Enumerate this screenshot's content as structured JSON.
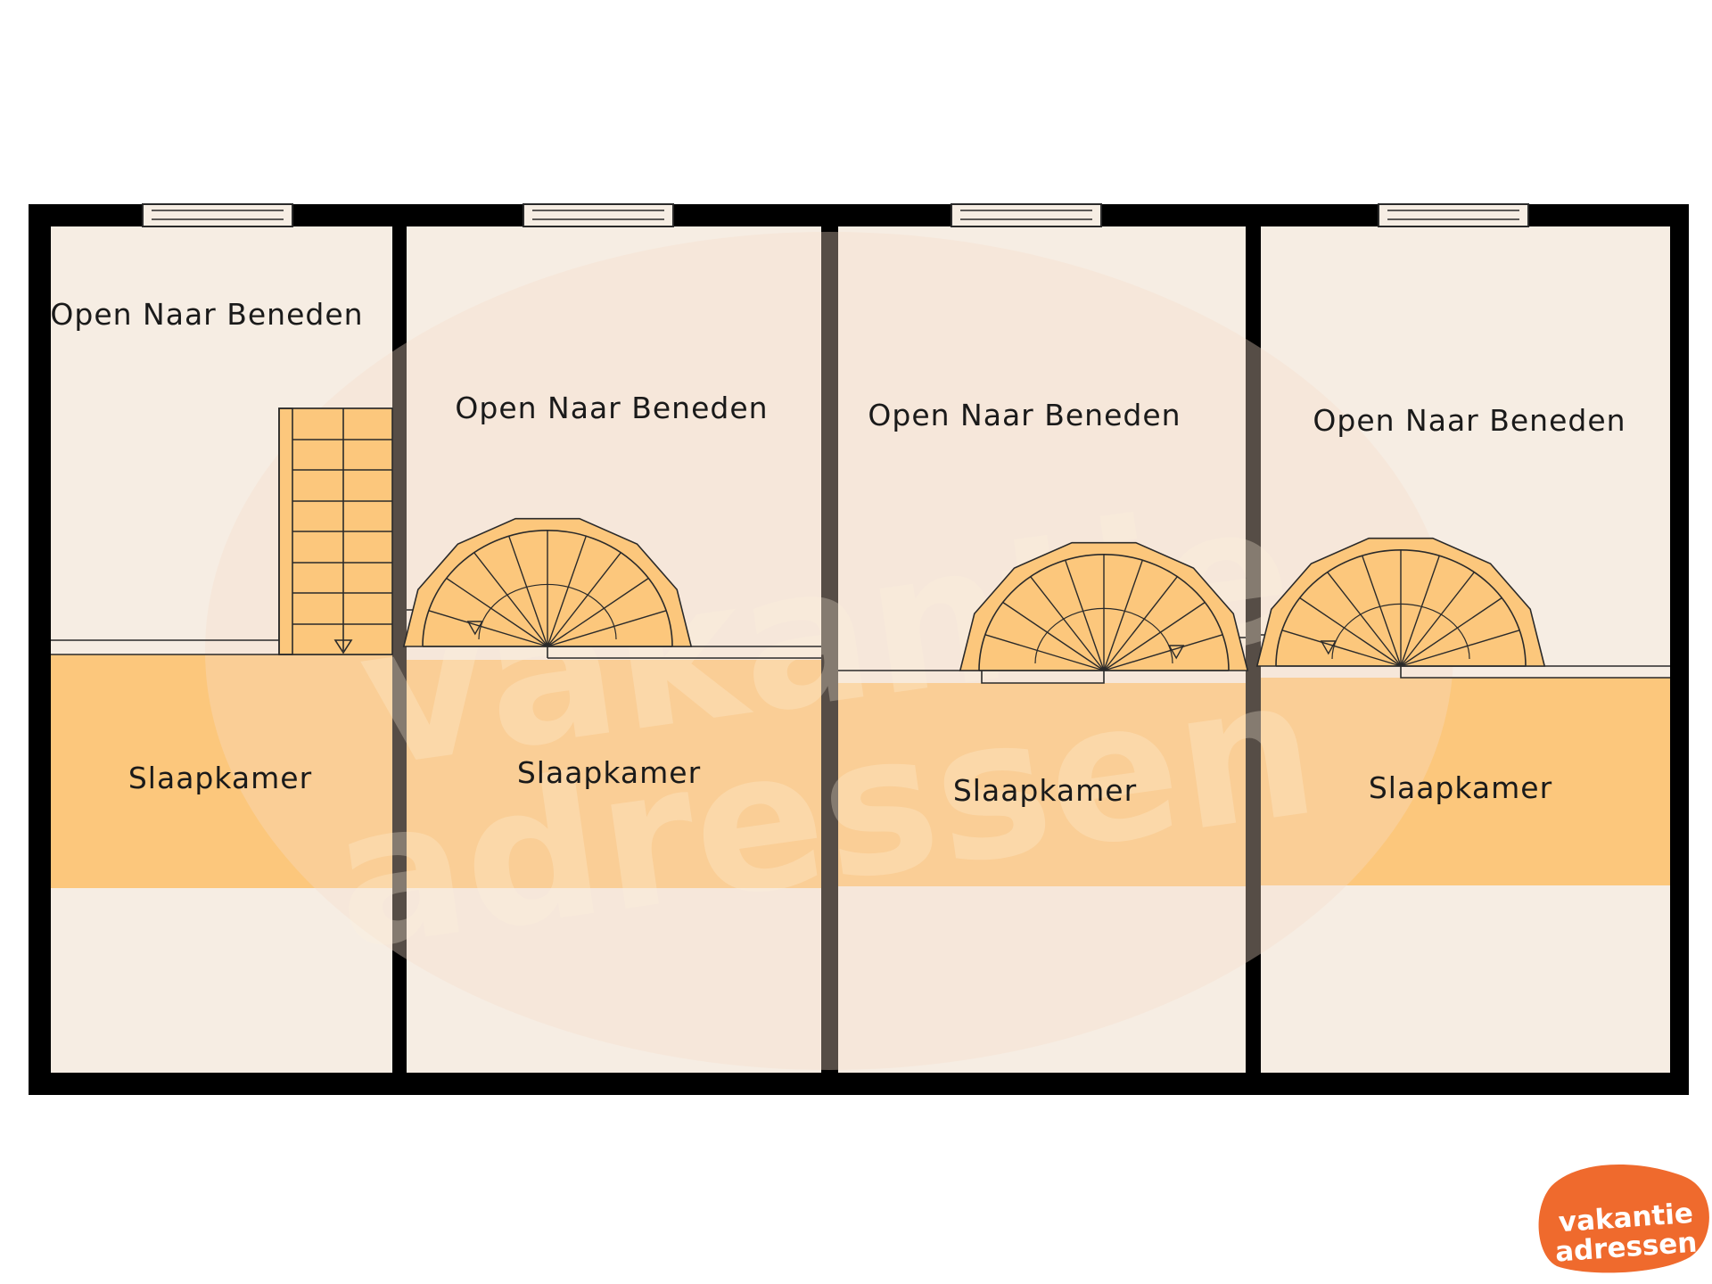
{
  "rooms": [
    {
      "upper_label": "Open Naar Beneden",
      "lower_label": "Slaapkamer",
      "stair": "straight"
    },
    {
      "upper_label": "Open Naar Beneden",
      "lower_label": "Slaapkamer",
      "stair": "spiral"
    },
    {
      "upper_label": "Open Naar Beneden",
      "lower_label": "Slaapkamer",
      "stair": "spiral"
    },
    {
      "upper_label": "Open Naar Beneden",
      "lower_label": "Slaapkamer",
      "stair": "spiral"
    }
  ],
  "logo": {
    "line1": "vakantie",
    "line2": "adressen"
  },
  "watermark": {
    "line1": "vakantie",
    "line2": "adressen"
  },
  "colors": {
    "wall": "#000000",
    "floor_light": "#f6ede3",
    "floor_bedroom": "#fcc77c",
    "stair_fill": "#fcc77c",
    "window": "#f6ede3",
    "logo_bg": "#ef6a2d",
    "watermark_blob": "#f7dcc8"
  }
}
